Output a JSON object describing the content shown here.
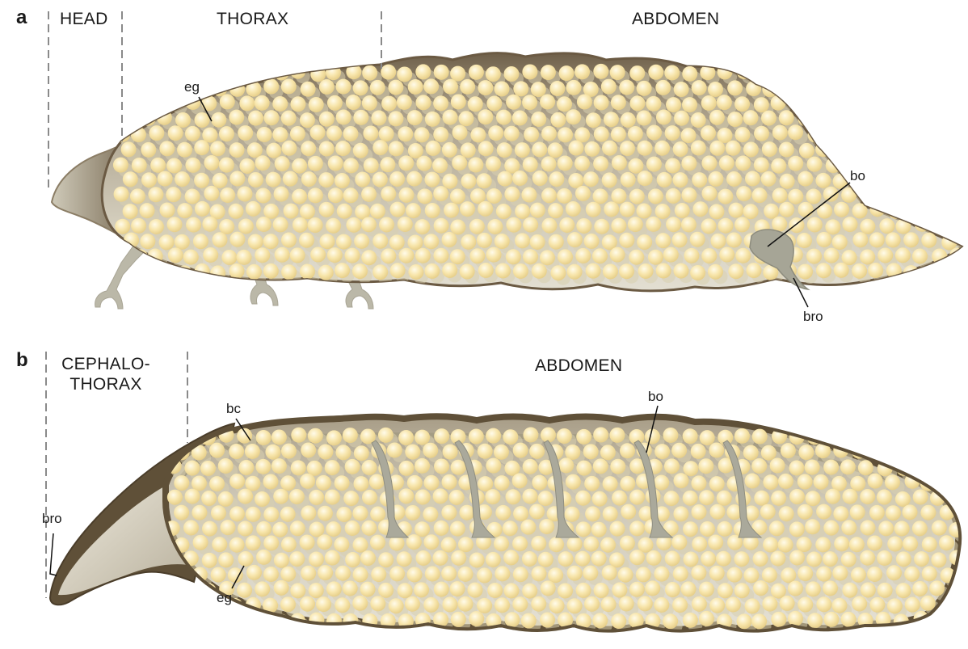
{
  "panels": [
    {
      "letter": "a",
      "regions": [
        "HEAD",
        "THORAX",
        "ABDOMEN"
      ],
      "annotations": {
        "eg": "eg",
        "bo": "bo",
        "bro": "bro"
      }
    },
    {
      "letter": "b",
      "regions": [
        "CEPHALO-",
        "THORAX",
        "ABDOMEN"
      ],
      "annotations": {
        "bc": "bc",
        "bo": "bo",
        "bro": "bro",
        "eg": "eg"
      }
    }
  ],
  "colors": {
    "cuticle_dark": "#6b5a43",
    "cuticle_mid": "#9a8c74",
    "body_fill": "#c9c2af",
    "body_light": "#ddd8c8",
    "egg": "#f7e3a6",
    "egg_highlight": "#fffbea",
    "brood_organ": "#a6a596",
    "leg": "#b9b6a6",
    "guide_line": "#8a8a8a"
  }
}
